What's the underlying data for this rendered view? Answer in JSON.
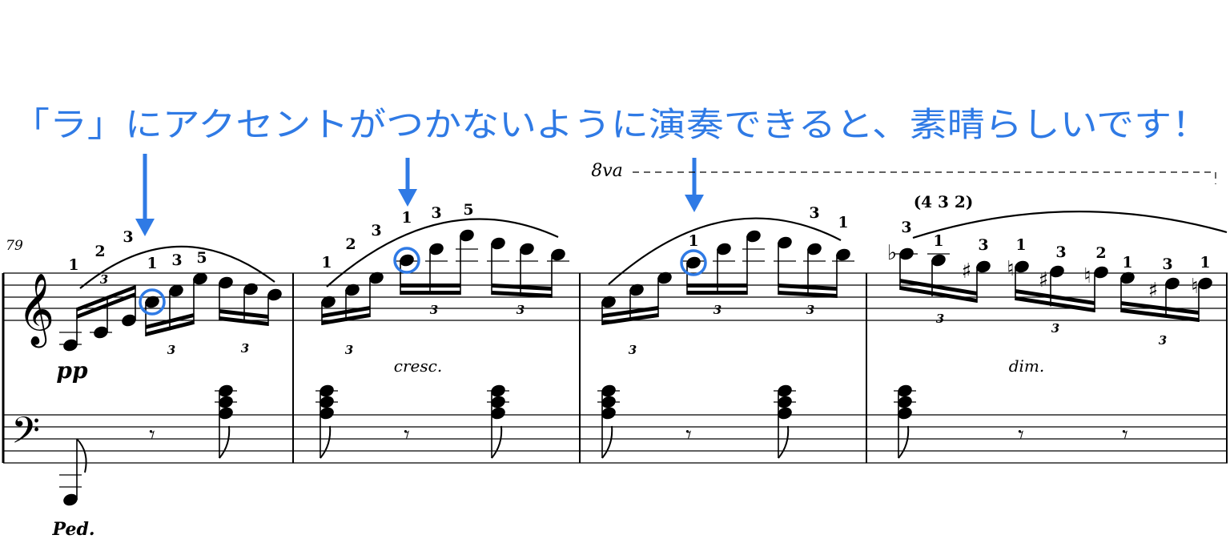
{
  "annotation": {
    "text": "「ラ」にアクセントがつかないように演奏できると、素晴らしいです！",
    "color": "#2f7ae5"
  },
  "score": {
    "measure_number": "79",
    "dynamic": "pp",
    "pedal": "Ped.",
    "ottava": "8va",
    "cresc": "cresc.",
    "dim": "dim.",
    "triplet": "3",
    "fingering_paren": "(4  3  2)",
    "fingerings": [
      "1",
      "2",
      "3",
      "1",
      "3",
      "5",
      "1",
      "2",
      "3",
      "1",
      "3",
      "5",
      "1",
      "3",
      "1",
      "3",
      "1",
      "3",
      "1",
      "3",
      "2",
      "1",
      "3",
      "1"
    ]
  }
}
